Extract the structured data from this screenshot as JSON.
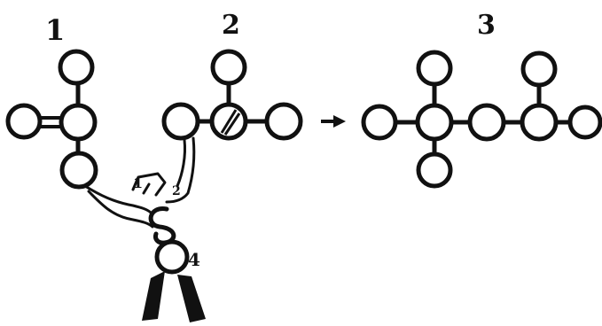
{
  "figure": {
    "labels": {
      "molecule_1": "1",
      "molecule_2": "2",
      "molecule_3": "3",
      "hand_mark_1": "1",
      "hand_mark_2": "2",
      "hand_mark_4": "4"
    },
    "colors": {
      "ink": "#111111",
      "paper": "#ffffff"
    }
  }
}
